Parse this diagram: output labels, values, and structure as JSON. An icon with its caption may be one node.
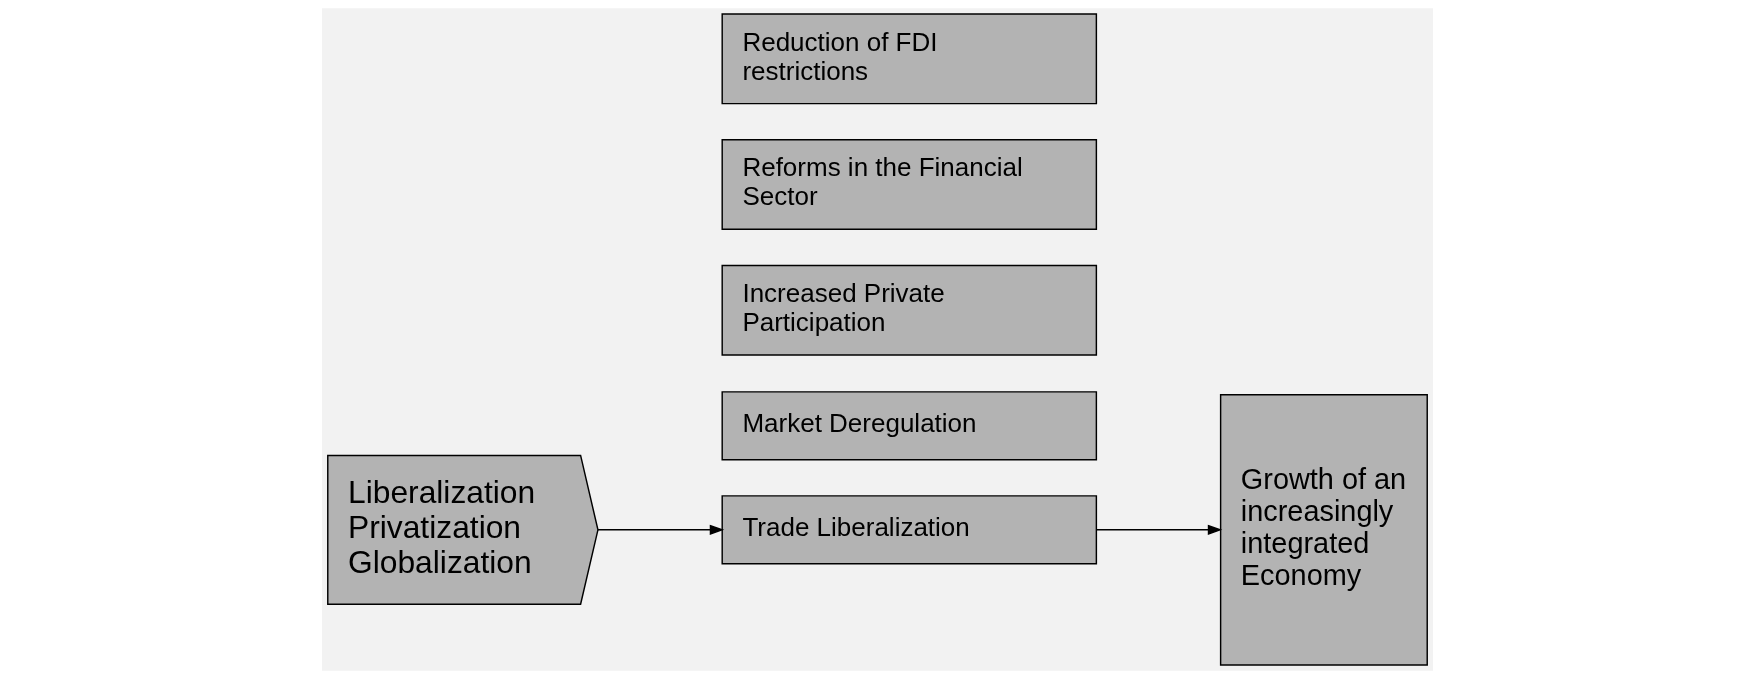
{
  "diagram": {
    "nodes": [
      {
        "text": [
          "Liberalization",
          "Privatization",
          "Globalization"
        ]
      },
      {
        "text": [
          "Market Deregulation"
        ]
      },
      {
        "text": [
          "Increased Private Participation"
        ]
      },
      {
        "text": [
          "Trade Liberalization"
        ]
      },
      {
        "text": [
          "Reforms in the Financial Sector"
        ]
      },
      {
        "text": [
          "Reduction of FDI restrictions"
        ]
      },
      {
        "text": [
          "Growth of an increasingly integrated Economy"
        ]
      }
    ],
    "edges": [
      {
        "from": 0,
        "to": 3,
        "arrow": "to"
      },
      {
        "from": 3,
        "to": 6,
        "arrow": "to"
      }
    ]
  }
}
